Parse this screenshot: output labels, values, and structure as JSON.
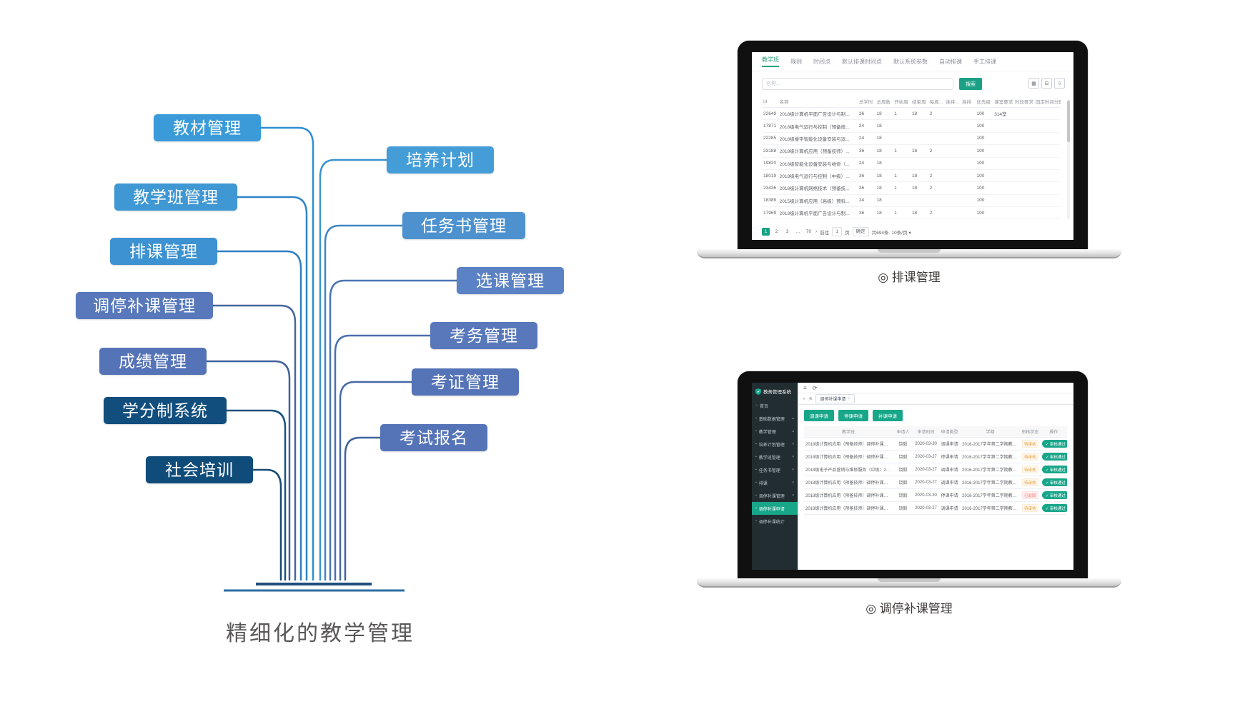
{
  "tree": {
    "title": "精细化的教学管理",
    "nodes": [
      {
        "label": "教材管理",
        "color": "#3a9bd8",
        "line": "#2f8fd0"
      },
      {
        "label": "培养计划",
        "color": "#459dd7",
        "line": "#3b93d0"
      },
      {
        "label": "教学班管理",
        "color": "#3f97d3",
        "line": "#2f86c6"
      },
      {
        "label": "任务书管理",
        "color": "#4d92cf",
        "line": "#3f85c4"
      },
      {
        "label": "排课管理",
        "color": "#3d92d1",
        "line": "#2d7fc0"
      },
      {
        "label": "选课管理",
        "color": "#5b82c4",
        "line": "#4a74b4"
      },
      {
        "label": "调停补课管理",
        "color": "#5878bb",
        "line": "#44679e"
      },
      {
        "label": "考务管理",
        "color": "#5878bb",
        "line": "#4a6fae"
      },
      {
        "label": "成绩管理",
        "color": "#5573b7",
        "line": "#40629a"
      },
      {
        "label": "考证管理",
        "color": "#5573b7",
        "line": "#466aa6"
      },
      {
        "label": "学分制系统",
        "color": "#114e7d",
        "line": "#1c527f"
      },
      {
        "label": "考试报名",
        "color": "#5573b7",
        "line": "#3f639f"
      },
      {
        "label": "社会培训",
        "color": "#0f4c7a",
        "line": "#174a75"
      }
    ]
  },
  "laptop1": {
    "caption": {
      "icon": "◎",
      "text": "排课管理"
    },
    "tabs": [
      {
        "label": "教学班",
        "active": true
      },
      {
        "label": "规则"
      },
      {
        "label": "时间点"
      },
      {
        "label": "默认排课时间点"
      },
      {
        "label": "默认系统参数"
      },
      {
        "label": "自动排课"
      },
      {
        "label": "手工排课"
      }
    ],
    "search": {
      "placeholder": "名称...",
      "button": "搜索"
    },
    "toolbar_icons": [
      {
        "name": "table-grid-icon",
        "glyph": "▦"
      },
      {
        "name": "print-icon",
        "glyph": "⊟"
      },
      {
        "name": "export-icon",
        "glyph": "⇩"
      }
    ],
    "table": {
      "columns": [
        "id",
        "名称",
        "总学时",
        "总周数",
        "开始周",
        "结束周",
        "每周...",
        "连排...",
        "连排",
        "优先级",
        "课室要求",
        "时段要求",
        "固定时间分配"
      ],
      "rows": [
        [
          "22649",
          "2018级计算机平面广告设计与制...",
          "36",
          "18",
          "1",
          "18",
          "2",
          "",
          "",
          "100",
          "314室",
          "",
          ""
        ],
        [
          "17871",
          "2018级电气运行与控制（预备技...",
          "24",
          "18",
          "",
          "",
          "",
          "",
          "",
          "100",
          "",
          "",
          ""
        ],
        [
          "22285",
          "2018级楼宇智能化设备安装与运...",
          "24",
          "18",
          "",
          "",
          "",
          "",
          "",
          "100",
          "",
          "",
          ""
        ],
        [
          "23188",
          "2018级计算机应用（预备技师）...",
          "36",
          "18",
          "1",
          "18",
          "2",
          "",
          "",
          "100",
          "",
          "",
          ""
        ],
        [
          "19820",
          "2018级智能化设备安装与维修（...",
          "24",
          "18",
          "",
          "",
          "",
          "",
          "",
          "100",
          "",
          "",
          ""
        ],
        [
          "18019",
          "2018级电气运行与控制（中级）...",
          "36",
          "18",
          "1",
          "18",
          "2",
          "",
          "",
          "100",
          "",
          "",
          ""
        ],
        [
          "23436",
          "2018级计算机网络技术（预备技...",
          "36",
          "18",
          "1",
          "18",
          "2",
          "",
          "",
          "100",
          "",
          "",
          ""
        ],
        [
          "18389",
          "2015级计算机应用（高级）预科...",
          "24",
          "18",
          "",
          "",
          "",
          "",
          "",
          "100",
          "",
          "",
          ""
        ],
        [
          "17969",
          "2018级计算机平面广告设计与制...",
          "36",
          "18",
          "1",
          "18",
          "2",
          "",
          "",
          "100",
          "",
          "",
          ""
        ]
      ]
    },
    "pagination": {
      "pages": [
        "1",
        "2",
        "3",
        "...",
        "70"
      ],
      "active_page": "1",
      "next_icon": "›",
      "goto_label": "前往",
      "goto_value": "1",
      "goto_unit": "页",
      "confirm_label": "确定",
      "total_label": "共694条",
      "size_label": "10条/页 ▾"
    }
  },
  "laptop2": {
    "caption": {
      "icon": "◎",
      "text": "调停补课管理"
    },
    "sidebar": {
      "logo_icon": "shield-icon",
      "logo_text": "教务管理系统",
      "items": [
        {
          "label": "首页",
          "icon": "⌂"
        },
        {
          "label": "基础数据管理",
          "caret": "▴"
        },
        {
          "label": "教学管理",
          "caret": "▴"
        },
        {
          "label": "培养计划管理",
          "caret": "▾"
        },
        {
          "label": "教学班管理",
          "caret": "▾"
        },
        {
          "label": "任务书管理",
          "caret": "▾"
        },
        {
          "label": "排课",
          "caret": "▾"
        },
        {
          "label": "调停补课管理",
          "caret": "▾"
        },
        {
          "label": "调停补课申请",
          "active": true
        },
        {
          "label": "调停补课统计"
        }
      ]
    },
    "topbar": {
      "menu_icon": "≡",
      "refresh_icon": "⟳",
      "collapse_icon": "«",
      "list_icon": "≶",
      "tab_label": "调停补课申请",
      "tab_close": "×"
    },
    "buttons": [
      "调课申请",
      "停课申请",
      "补课申请"
    ],
    "table": {
      "columns": [
        "教学班",
        "申请人",
        "申请时间",
        "申请类型",
        "学期",
        "审核状态",
        "操作"
      ],
      "action_label": "✓ 审核通过",
      "rows": [
        {
          "name": "2018级计算机应用（预备技师）调停补课申请",
          "applicant": "饶毅",
          "date": "2020-03-30",
          "type": "调课申请",
          "term": "2016-2017学年第二学期教学计划",
          "status": "待审核",
          "status_type": "warning"
        },
        {
          "name": "2018级计算机应用（预备技师）调停补课申请",
          "applicant": "饶毅",
          "date": "2020-03-27",
          "type": "停课申请",
          "term": "2016-2017学年第二学期教学计划",
          "status": "待审核",
          "status_type": "warning"
        },
        {
          "name": "2018级电子产品营销与维修服务（中级）2班调停补课申请",
          "applicant": "饶毅",
          "date": "2020-03-27",
          "type": "调课申请",
          "term": "2016-2017学年第二学期教学计划",
          "status": "待审核",
          "status_type": "warning"
        },
        {
          "name": "2018级计算机应用（预备技师）调停补课申请",
          "applicant": "饶毅",
          "date": "2020-03-27",
          "type": "调课申请",
          "term": "2016-2017学年第二学期教学计划",
          "status": "待审核",
          "status_type": "warning"
        },
        {
          "name": "2018级计算机应用（预备技师）调停补课申请",
          "applicant": "饶毅",
          "date": "2020-03-30",
          "type": "停课申请",
          "term": "2016-2017学年第二学期教学计划",
          "status": "已驳回",
          "status_type": "danger"
        },
        {
          "name": "2018级计算机应用（预备技师）调停补课申请",
          "applicant": "饶毅",
          "date": "2020-03-27",
          "type": "调课申请",
          "term": "2016-2017学年第二学期教学计划",
          "status": "待审核",
          "status_type": "warning"
        }
      ]
    }
  }
}
